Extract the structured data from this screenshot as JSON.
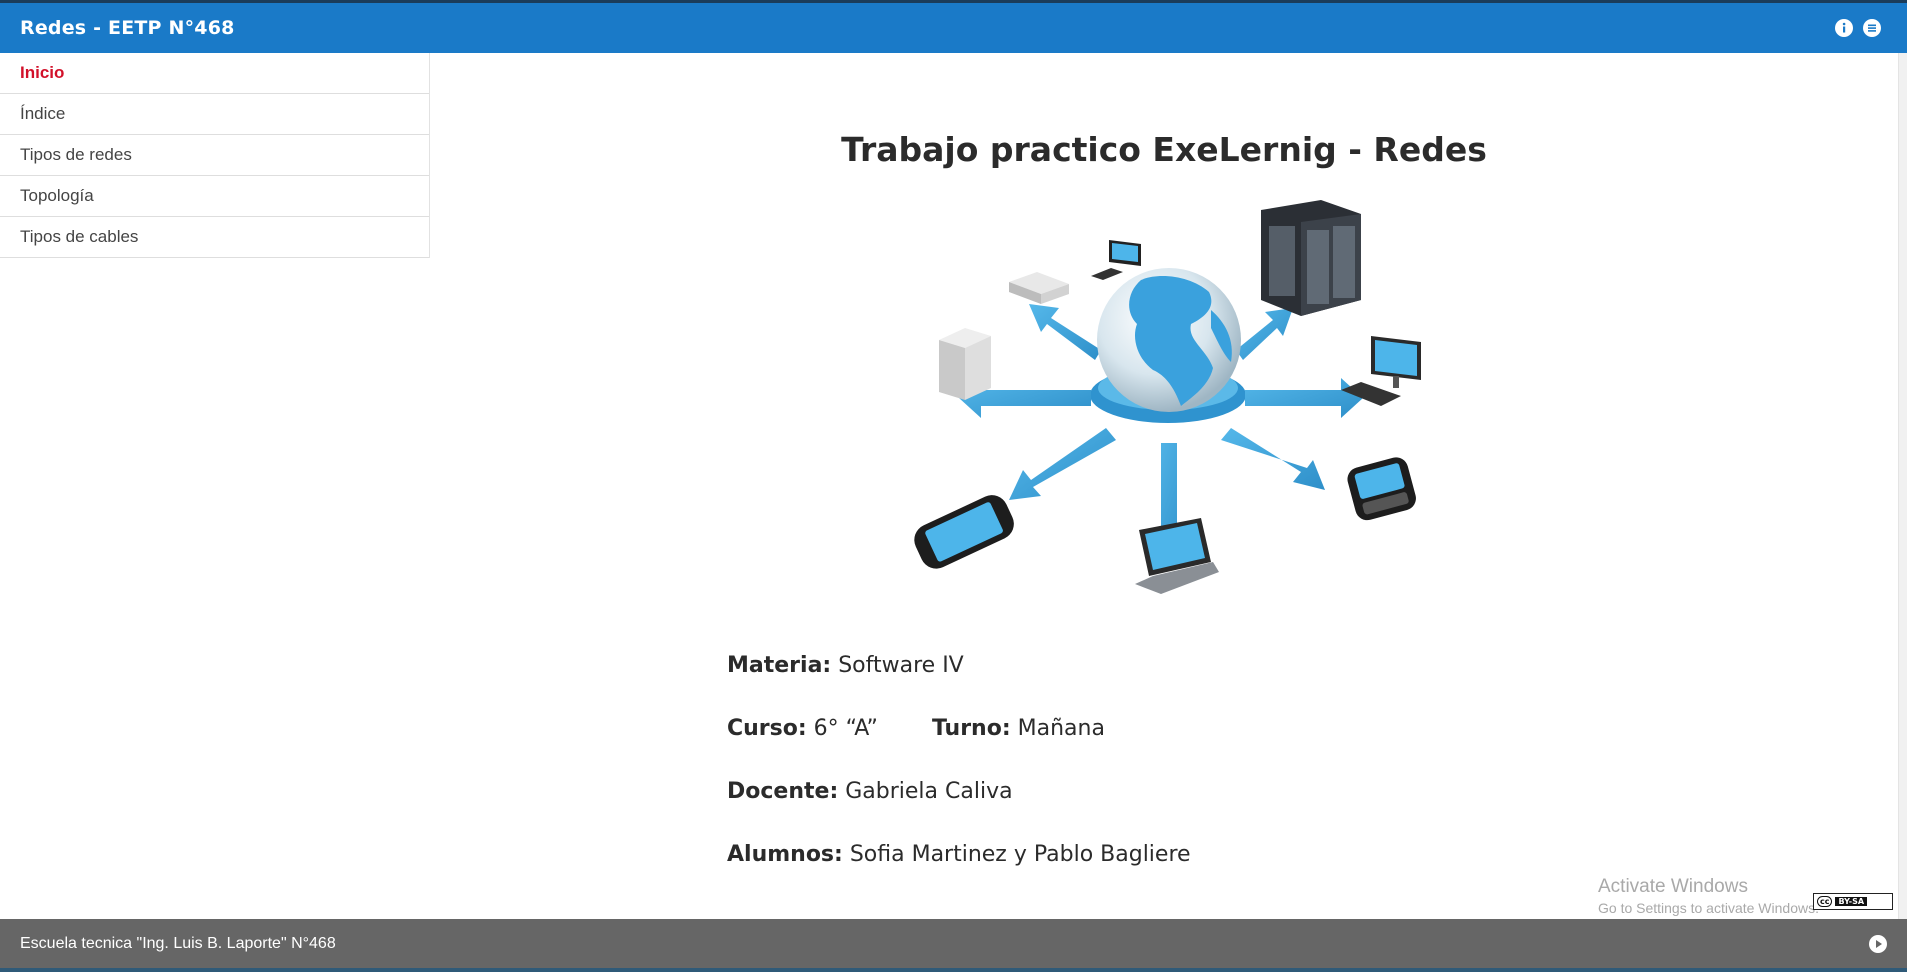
{
  "header": {
    "title": "Redes - EETP N°468",
    "icons": [
      "info-icon",
      "menu-icon"
    ]
  },
  "nav": {
    "items": [
      {
        "label": "Inicio",
        "active": true
      },
      {
        "label": "Índice",
        "active": false
      },
      {
        "label": "Tipos de redes",
        "active": false
      },
      {
        "label": "Topología",
        "active": false
      },
      {
        "label": "Tipos de cables",
        "active": false
      }
    ]
  },
  "main": {
    "title": "Trabajo practico ExeLernig - Redes",
    "image_icon": "network-globe-illustration",
    "info": {
      "materia_label": "Materia:",
      "materia_value": "Software IV",
      "curso_label": "Curso:",
      "curso_value": "6° “A”",
      "turno_label": "Turno:",
      "turno_value": "Mañana",
      "docente_label": "Docente:",
      "docente_value": "Gabriela Caliva",
      "alumnos_label": "Alumnos:",
      "alumnos_value": "Sofia Martinez y Pablo Bagliere"
    }
  },
  "overlay": {
    "activate_title": "Activate Windows",
    "activate_sub": "Go to Settings to activate Windows.",
    "license_cc": "cc",
    "license_text": "BY-SA"
  },
  "footer": {
    "text": "Escuela tecnica \"Ing. Luis B. Laporte\" N°468",
    "next_icon": "play-next-icon"
  },
  "colors": {
    "header_bg": "#1a7ac8",
    "active_link": "#d2112a",
    "footer_bg": "#666666",
    "illustration_blue": "#3aa1dd"
  }
}
